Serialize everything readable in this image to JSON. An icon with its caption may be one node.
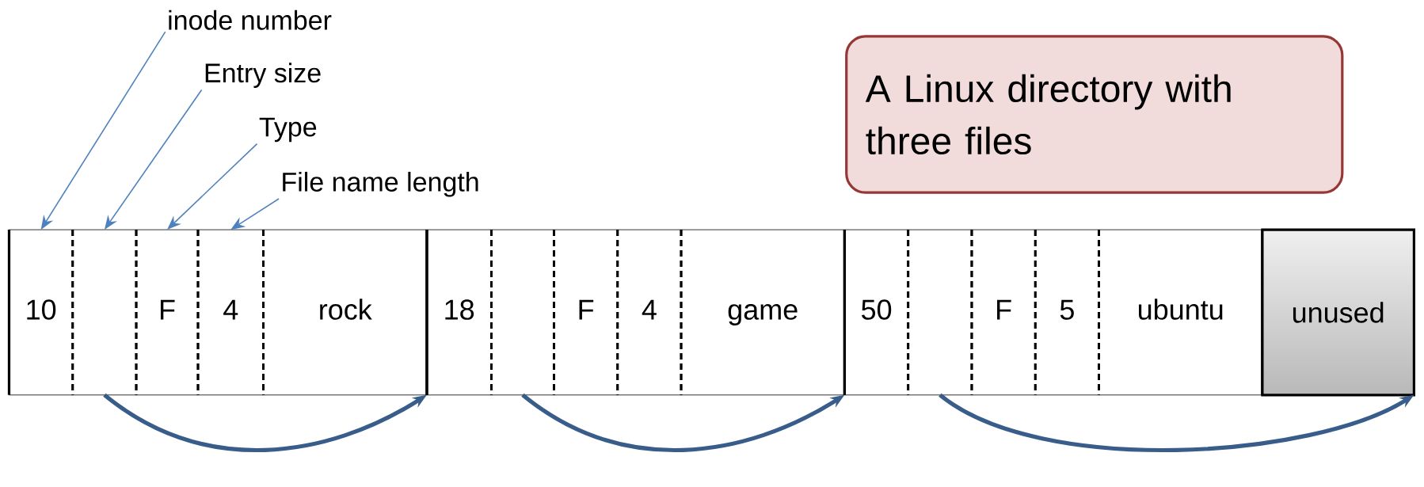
{
  "diagram": {
    "nodes": [
      {
        "text": [
          "inode number"
        ]
      },
      {
        "text": [
          "Entry size"
        ]
      },
      {
        "text": [
          "Type"
        ]
      },
      {
        "text": [
          "File name length"
        ]
      },
      {
        "text": [
          "A Linux directory with three files"
        ]
      },
      {
        "text": [
          "10"
        ]
      },
      {
        "text": [],
        "shape": "box"
      },
      {
        "text": [
          "F"
        ]
      },
      {
        "text": [
          "4"
        ]
      },
      {
        "text": [
          "rock"
        ]
      },
      {
        "text": [
          "18"
        ]
      },
      {
        "text": [],
        "shape": "box"
      },
      {
        "text": [
          "F"
        ]
      },
      {
        "text": [
          "4"
        ]
      },
      {
        "text": [
          "game"
        ]
      },
      {
        "text": [
          "50"
        ]
      },
      {
        "text": [],
        "shape": "box"
      },
      {
        "text": [
          "F"
        ]
      },
      {
        "text": [
          "5"
        ]
      },
      {
        "text": [
          "ubuntu"
        ]
      },
      {
        "text": [
          "unused"
        ]
      }
    ],
    "edges": [
      {
        "from": 0,
        "to": 5,
        "arrow": "to"
      },
      {
        "from": 1,
        "to": 6,
        "arrow": "to"
      },
      {
        "from": 2,
        "to": 7,
        "arrow": "to"
      },
      {
        "from": 3,
        "to": 8,
        "arrow": "to"
      },
      {
        "from": 6,
        "to": 10,
        "arrow": "to",
        "style": "thick",
        "color": "#385d8a"
      },
      {
        "from": 11,
        "to": 15,
        "arrow": "to",
        "style": "thick",
        "color": "#385d8a"
      },
      {
        "from": 16,
        "to": 20,
        "arrow": "to",
        "style": "thick",
        "color": "#385d8a"
      }
    ]
  }
}
